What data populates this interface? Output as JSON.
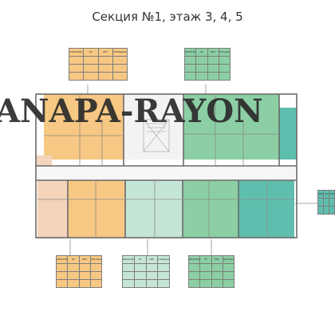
{
  "page": {
    "title": "Секция №1, этаж 3, 4, 5"
  },
  "watermark": {
    "text": "ANAPA-RAYON"
  },
  "colors": {
    "peach": "#f4d4ba",
    "orange": "#f7c883",
    "mint": "#c5e6d6",
    "green": "#8ccfa5",
    "teal": "#5fbfae",
    "walls": "#6a6a6a"
  },
  "legend_tables": [
    {
      "id": "top-left",
      "color": "#f7c883",
      "header": [
        "КВАРТИРА",
        "ЭТ",
        "КВТ",
        "ПЛОЩАДЬ"
      ],
      "rows": [
        [
          "",
          "",
          "",
          ""
        ],
        [
          "",
          "",
          "",
          ""
        ],
        [
          "",
          "",
          "",
          ""
        ]
      ]
    },
    {
      "id": "top-right",
      "color": "#8ccfa5",
      "header": [
        "КВАРТИРА",
        "ЭТ",
        "КВТ",
        "ПЛОЩАДЬ"
      ],
      "rows": [
        [
          "",
          "",
          "",
          ""
        ],
        [
          "",
          "",
          "",
          ""
        ],
        [
          "",
          "",
          "",
          ""
        ]
      ]
    },
    {
      "id": "right",
      "color": "#5fbfae",
      "header": [
        "КВАРТИРА",
        "ЭТ",
        "КВТ"
      ],
      "rows": [
        [
          "",
          "",
          ""
        ],
        [
          "",
          "",
          ""
        ]
      ]
    },
    {
      "id": "bottom-1",
      "color": "#f7c883",
      "header": [
        "КВАРТИРА",
        "ЭТ",
        "КВТ",
        "ПЛОЩАДЬ"
      ],
      "rows": [
        [
          "",
          "",
          "",
          ""
        ],
        [
          "",
          "",
          "",
          ""
        ],
        [
          "",
          "",
          "",
          ""
        ]
      ]
    },
    {
      "id": "bottom-2",
      "color": "#c5e6d6",
      "header": [
        "КВАРТИРА",
        "ЭТ",
        "КВТ",
        "ПЛОЩАДЬ"
      ],
      "rows": [
        [
          "",
          "",
          "",
          ""
        ],
        [
          "",
          "",
          "",
          ""
        ],
        [
          "",
          "",
          "",
          ""
        ]
      ]
    },
    {
      "id": "bottom-3",
      "color": "#8ccfa5",
      "header": [
        "КВАРТИРА",
        "ЭТ",
        "КВТ",
        "ПЛОЩАДЬ"
      ],
      "rows": [
        [
          "",
          "",
          "",
          ""
        ],
        [
          "",
          "",
          "",
          ""
        ],
        [
          "",
          "",
          "",
          ""
        ]
      ]
    }
  ]
}
